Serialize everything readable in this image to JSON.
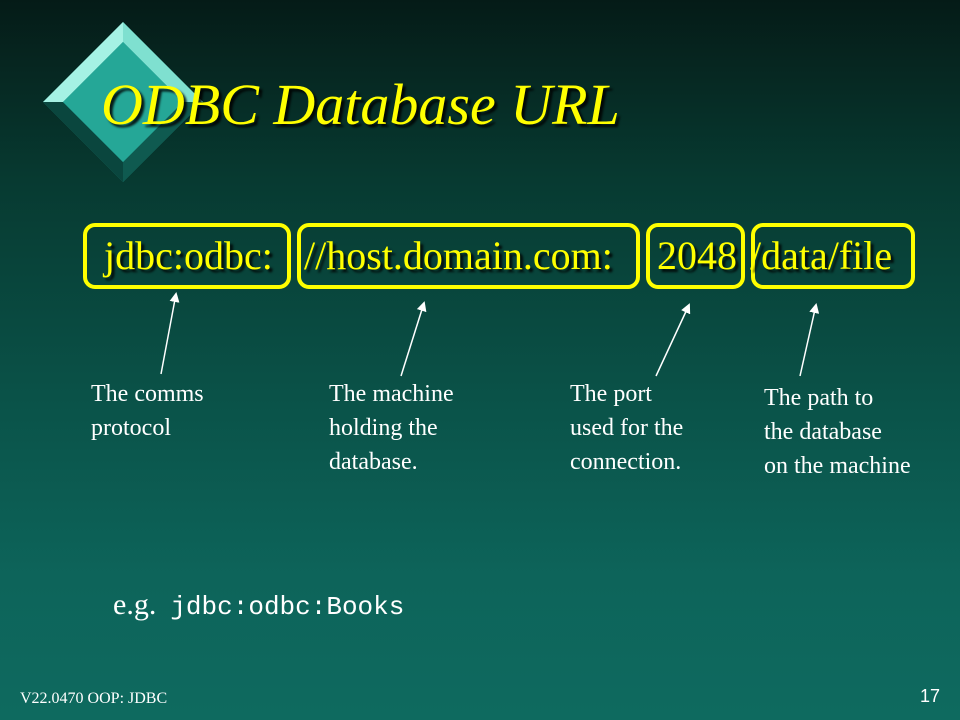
{
  "slide": {
    "title": "ODBC Database URL",
    "url_parts": [
      {
        "text": "jdbc:odbc:"
      },
      {
        "text": "//host.domain.com:"
      },
      {
        "text": "2048"
      },
      {
        "text": "/data/file"
      }
    ],
    "labels": [
      {
        "text": "The comms\nprotocol"
      },
      {
        "text": "The machine\nholding the\ndatabase."
      },
      {
        "text": "The port\nused for the\nconnection."
      },
      {
        "text": "The path to\nthe database\non the machine"
      }
    ],
    "example": {
      "prefix": "e.g.",
      "code": "jdbc:odbc:Books"
    },
    "footer": "V22.0470 OOP: JDBC",
    "page_number": "17"
  },
  "colors": {
    "accent": "#ffff00",
    "text": "#ffffff",
    "background": "#0a5248"
  },
  "icons": {
    "logo": "diamond-bullet-icon"
  }
}
